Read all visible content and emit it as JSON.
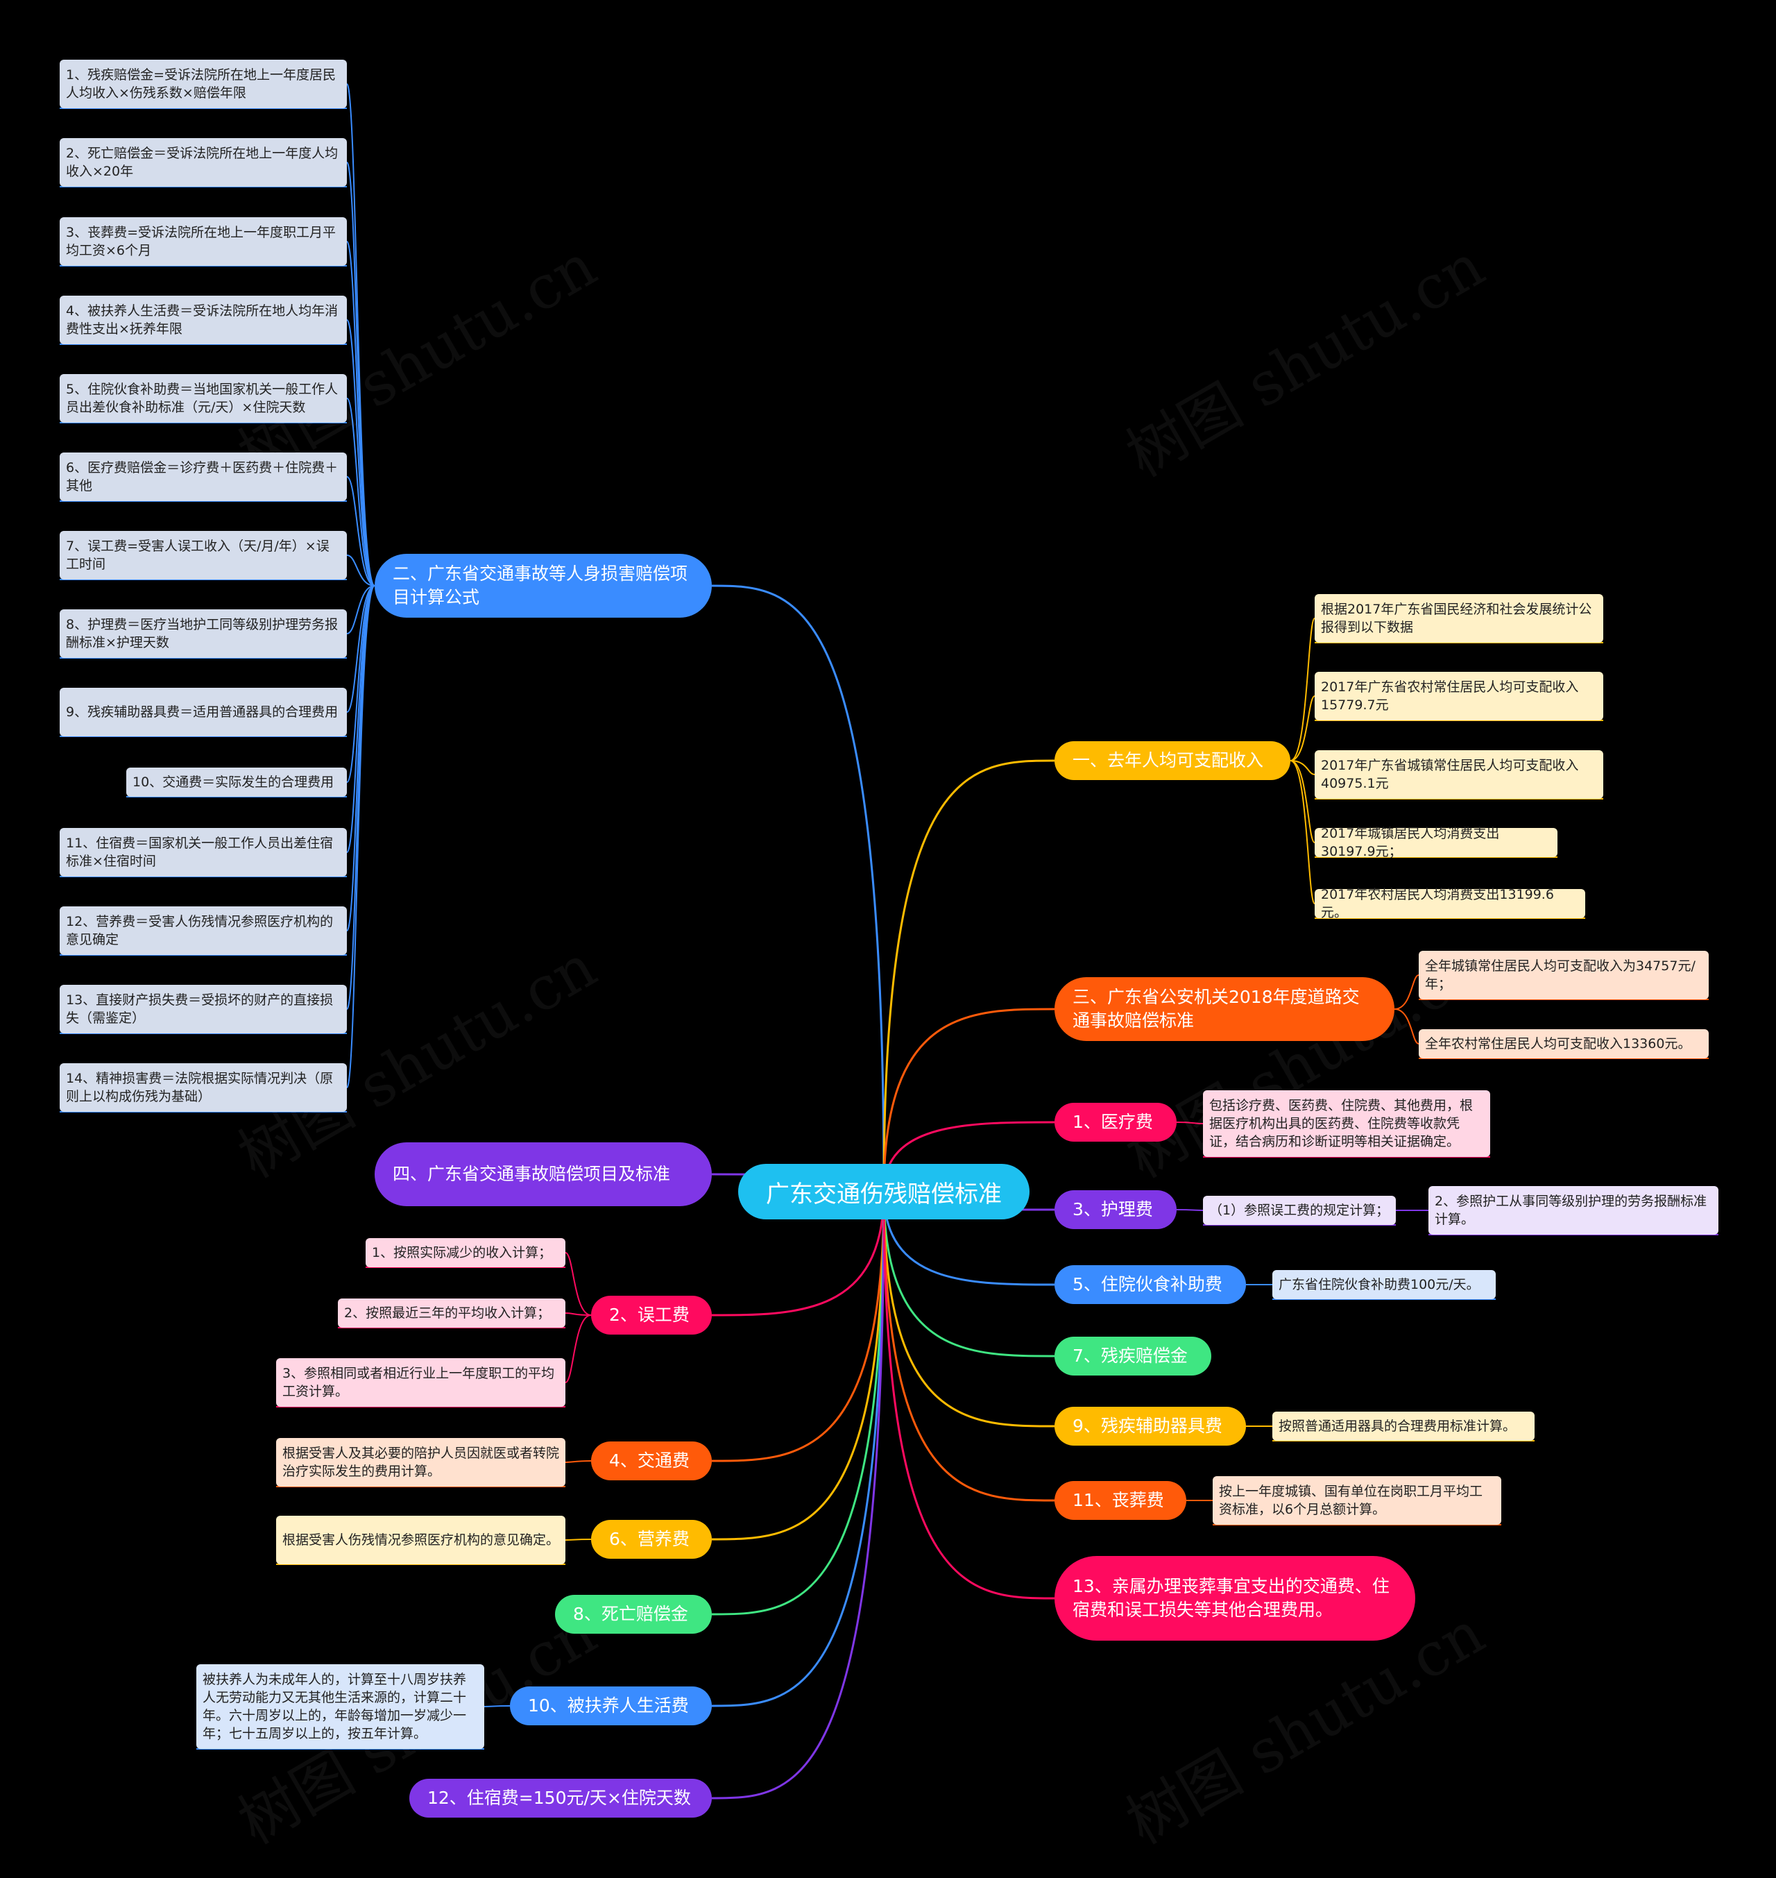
{
  "center": "广东交通伤残赔偿标准",
  "watermark": "树图 shutu.cn",
  "colors": {
    "yellow": "#ffbb00",
    "orange": "#ff5a0a",
    "pink": "#ff0a5f",
    "purple": "#7f36e6",
    "blue": "#3a8cff",
    "teal": "#1ec0f0",
    "green": "#3fe682",
    "gray": "#d5ddec"
  },
  "branches": [
    {
      "label": "二、广东省交通事故等人身损害赔偿项目计算公式",
      "color": "blue",
      "children": [
        "1、残疾赔偿金=受诉法院所在地上一年度居民人均收入×伤残系数×赔偿年限",
        "2、死亡赔偿金＝受诉法院所在地上一年度人均收入×20年",
        "3、丧葬费=受诉法院所在地上一年度职工月平均工资×6个月",
        "4、被扶养人生活费＝受诉法院所在地人均年消费性支出×抚养年限",
        "5、住院伙食补助费＝当地国家机关一般工作人员出差伙食补助标准（元/天）×住院天数",
        "6、医疗费赔偿金＝诊疗费＋医药费＋住院费＋其他",
        "7、误工费=受害人误工收入（天/月/年）×误工时间",
        "8、护理费＝医疗当地护工同等级别护理劳务报酬标准×护理天数",
        "9、残疾辅助器具费＝适用普通器具的合理费用",
        "10、交通费＝实际发生的合理费用",
        "11、住宿费＝国家机关一般工作人员出差住宿标准×住宿时间",
        "12、营养费＝受害人伤残情况参照医疗机构的意见确定",
        "13、直接财产损失费＝受损坏的财产的直接损失（需鉴定）",
        "14、精神损害费＝法院根据实际情况判决（原则上以构成伤残为基础）"
      ]
    },
    {
      "label": "四、广东省交通事故赔偿项目及标准",
      "color": "purple",
      "children": []
    },
    {
      "label": "2、误工费",
      "color": "pink",
      "children": [
        "1、按照实际减少的收入计算；",
        "2、按照最近三年的平均收入计算；",
        "3、参照相同或者相近行业上一年度职工的平均工资计算。"
      ]
    },
    {
      "label": "4、交通费",
      "color": "orange",
      "children": [
        "根据受害人及其必要的陪护人员因就医或者转院治疗实际发生的费用计算。"
      ]
    },
    {
      "label": "6、营养费",
      "color": "yellow",
      "children": [
        "根据受害人伤残情况参照医疗机构的意见确定。"
      ]
    },
    {
      "label": "8、死亡赔偿金",
      "color": "green",
      "children": []
    },
    {
      "label": "10、被扶养人生活费",
      "color": "blue",
      "children": [
        "被扶养人为未成年人的，计算至十八周岁扶养人无劳动能力又无其他生活来源的，计算二十年。六十周岁以上的，年龄每增加一岁减少一年；七十五周岁以上的，按五年计算。"
      ]
    },
    {
      "label": "12、住宿费=150元/天×住院天数",
      "color": "purple",
      "children": []
    },
    {
      "label": "一、去年人均可支配收入",
      "color": "yellow",
      "children": [
        "根据2017年广东省国民经济和社会发展统计公报得到以下数据",
        "2017年广东省农村常住居民人均可支配收入15779.7元",
        "2017年广东省城镇常住居民人均可支配收入40975.1元",
        "2017年城镇居民人均消费支出30197.9元；",
        "2017年农村居民人均消费支出13199.6元。"
      ]
    },
    {
      "label": "三、广东省公安机关2018年度道路交通事故赔偿标准",
      "color": "orange",
      "children": [
        "全年城镇常住居民人均可支配收入为34757元/年；",
        "全年农村常住居民人均可支配收入13360元。"
      ]
    },
    {
      "label": "1、医疗费",
      "color": "pink",
      "children": [
        "包括诊疗费、医药费、住院费、其他费用，根据医疗机构出具的医药费、住院费等收款凭证，结合病历和诊断证明等相关证据确定。"
      ]
    },
    {
      "label": "3、护理费",
      "color": "purple",
      "children": [
        "（1）参照误工费的规定计算；",
        "2、参照护工从事同等级别护理的劳务报酬标准计算。"
      ]
    },
    {
      "label": "5、住院伙食补助费",
      "color": "blue",
      "children": [
        "广东省住院伙食补助费100元/天。"
      ]
    },
    {
      "label": "7、残疾赔偿金",
      "color": "green",
      "children": []
    },
    {
      "label": "9、残疾辅助器具费",
      "color": "yellow",
      "children": [
        "按照普通适用器具的合理费用标准计算。"
      ]
    },
    {
      "label": "11、丧葬费",
      "color": "orange",
      "children": [
        "按上一年度城镇、国有单位在岗职工月平均工资标准，以6个月总额计算。"
      ]
    },
    {
      "label": "13、亲属办理丧葬事宜支出的交通费、住宿费和误工损失等其他合理费用。",
      "color": "pink",
      "children": []
    }
  ]
}
